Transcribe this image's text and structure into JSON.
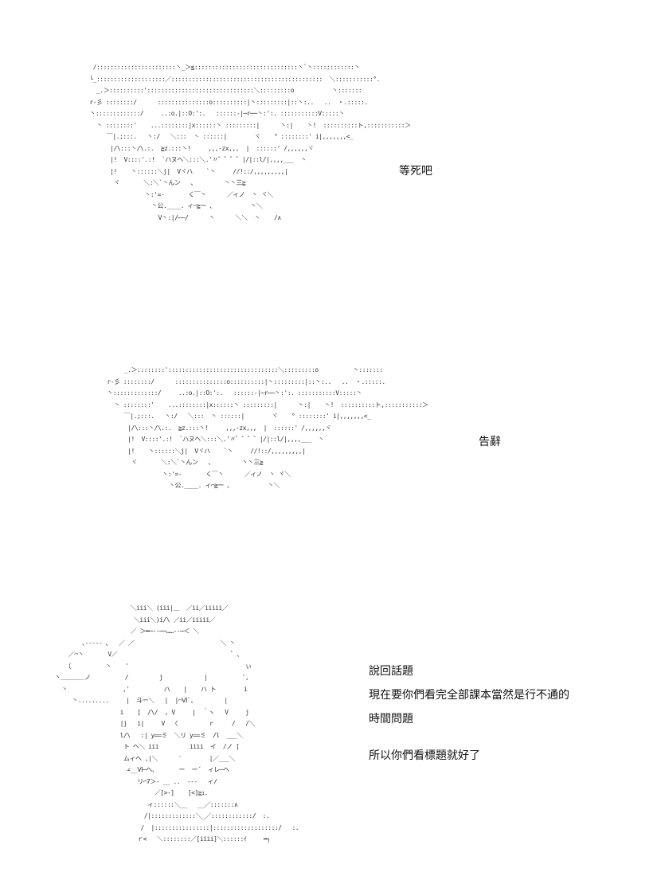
{
  "panels": [
    {
      "caption_lines": [
        "等死吧"
      ],
      "art": [
        "  /:::::::::::::::::::::::丶_＞≦::::::::::::::::::::::::::::::丶`丶::::::::::::丶",
        " └_::::::::::::::::::::／::::::::::::::::::::::::::::::::::::::::::::  ＼:::::::::::°.",
        "   _.＞::::::::::':::::::::::::::::::::::::::::::＼:::::::::o           丶:::::::",
        " r-彡 ::::::::/      :::::::::::::::o::::::::::|丶:::::::::|::丶:..   ..  ・.:::::.",
        " 丶:::::::::::::/     ..:o.|::O:':.   ::::::-|─r──丶:':. :::::::::::V:::::丶",
        "   丶 ::::::::'    ...::::::::|x::::::丶 :::::::::|      丶:|    丶!  ::::::::::ト,:::::::::::＞",
        "      ￣|.;:::.   丶:/   ＼:::  丶 ::::::|        ヾ    ° ::::::::' i|,,,,,,,<_",
        "       |/\\:::丶/\\.:.  ≧z.:::丶!     ,,,-zx,,,  |  ::::::' /,,,,,,ヾ",
        "       |!  V::::'.:!  `ハヌヘ＼:::＼.'〃゛゛゛゛|/|::l/|,,,,___  丶",
        "       |!    丶::::::＼j|  Vヾハ    `丶     //!::/,,,,,,,,,|",
        "        ヾ       ＼:＼`丶んン   、        丶丶三≧",
        "                 丶:'=-       く￣丶      ／ィノ  丶 ヾ＼",
        "                   丶公.____. ィ⌒≧ー ､           丶＼",
        "                     V丶:|/──/      丶      ＼＼  丶    /∧"
      ]
    },
    {
      "caption_lines": [
        "告辭"
      ],
      "art": [
        "      _.＞::::::::'::::::::::::::::::::::::::::::::＼:::::::::o          丶:::::::",
        " r-彡 ::::::::/      :::::::::::::::o::::::::::|丶:::::::::|::丶:..   ..  ・.:::::.",
        " 丶:::::::::::::/     ..:o.|::O:':.   ::::::-|─r──丶:':. :::::::::::V:::::丶",
        "   丶 ::::::::'    ...::::::::|x::::::丶 :::::::::|      丶:|    丶!  ::::::::::ト,:::::::::::＞",
        "      ￣|.;:::.   丶:/   ＼:::  丶 ::::::|        ヾ    ° ::::::::' i|,,,,,,,<_",
        "       |/\\:::丶/\\.:.  ≧z.:::丶!     ,,,-zx,,,  |  ::::::' /,,,,,,ヾ",
        "       |!  V::::'.:!  `ハヌヘ＼:::＼.'〃゛゛゛゛|/|::l/|,,,,___  丶",
        "       |!    丶::::::＼j|  Vヾハ    `丶     //!::/,,,,,,,,,|",
        "        ヾ       ＼:＼`丶んン   、        丶丶三≧",
        "                 丶:'=-       く￣丶      ／ィノ  丶 ヾ＼",
        "                   丶公.____. ィ⌒≧ー ､           丶＼"
      ]
    },
    {
      "caption_lines": [
        "說回話題",
        "現在要你們看完全部課本當然是行不通的",
        "時間問題",
        "",
        "所以你們看標題就好了"
      ],
      "art": [
        "                        ＼iii＼ (iii|＿  ／ii／iiiii／",
        "                         ＼iii＼)i/\\ ／ii／iiiii／",
        "                        ／ ＞━─‐‐──……‐‐─＜ ＼",
        "          ､-‐‐‐- ､   ／ ／                         ＼ 丶",
        "      ／⌒丶       V／                                 ﾟ ､",
        "     〔          丶    '                                  ぃ",
        "  丶＿＿＿＿ノ          /         j            |          ',",
        "    丶                ,'          ハ    |    ハ ト        i",
        "       丶.........     |  斗ー＼   |  |⌒Ⅵ`、        |",
        "                     i    [  /\\/  , V     |  ｀ヽ   V     j",
        "                     |j   i|     V  〈         ｒ     /   /＼",
        "                     l/\\   :| y==ミ  ＼リ y==ミ  /l  ___＼",
        "                      ト ヘ＼ iii         iiii  イ  /ノ [",
        "                      ムィヘ ,|＼      ′        |／___＼",
        "                       ∠__Ⅵ─ヘ、      ー  ー´  ィレ─ヘ",
        "                          リ⌒7＞- __ ..  ---   ィ/",
        "                               ／[>-]    [<]≧ｭ.",
        "                             ィ::::::＼__   __／:::::::∧",
        "                            /|:::::::::::::＼_／::::::::::::/  :.",
        "                           /  |::::::::::::::::|:::::::::::::::::::/   :.",
        "                          ｒ<   ＼::::::::／[iiii]＼::::::ｲ     ━┐"
      ]
    }
  ]
}
